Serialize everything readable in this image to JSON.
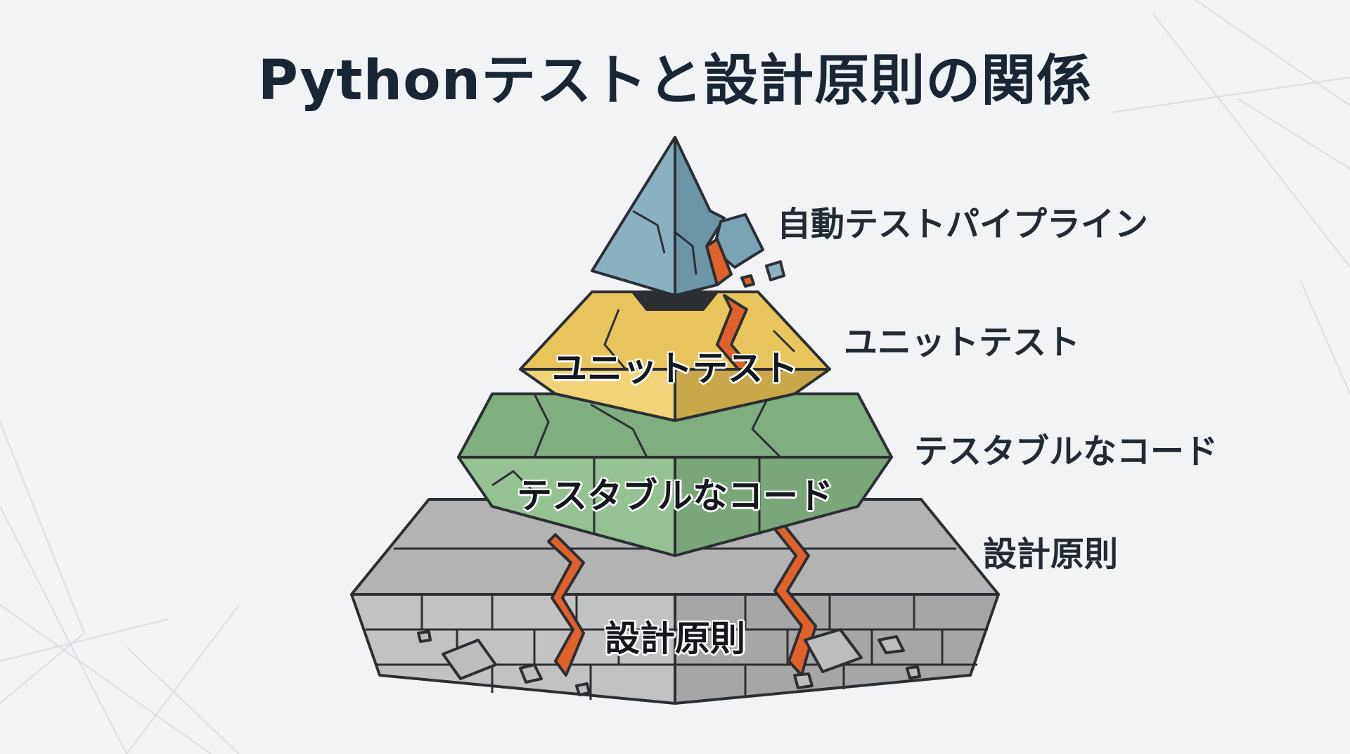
{
  "title": "Pythonテストと設計原則の関係",
  "layers": [
    {
      "name": "自動テストパイプライン",
      "side_label": "自動テストパイプライン",
      "on_label": "",
      "color": "#7aa3b5"
    },
    {
      "name": "ユニットテスト",
      "side_label": "ユニットテスト",
      "on_label": "ユニットテスト",
      "color": "#f0cf6a"
    },
    {
      "name": "テスタブルなコード",
      "side_label": "テスタブルなコード",
      "on_label": "テスタブルなコード",
      "color": "#8dba8c"
    },
    {
      "name": "設計原則",
      "side_label": "設計原則",
      "on_label": "設計原則",
      "color": "#bcbcbc"
    }
  ],
  "crack_color": "#e0622a",
  "outline_color": "#2b2f33"
}
